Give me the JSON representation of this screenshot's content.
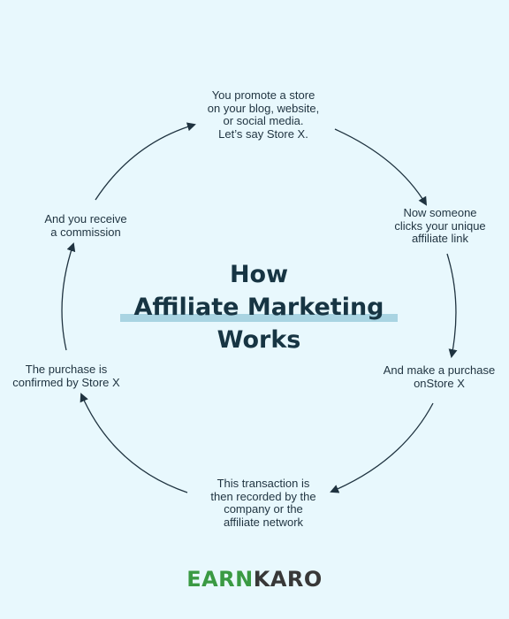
{
  "title": {
    "line1": "How",
    "line2": "Affiliate Marketing",
    "line3": "Works"
  },
  "steps": [
    "You promote a store\non your blog, website,\nor social media.\nLet’s say Store X.",
    "Now someone\nclicks your unique\naffiliate link",
    "And make a purchase\nonStore X",
    "This transaction is\nthen recorded by the\ncompany or the\naffiliate network",
    "The purchase is\nconfirmed by Store X",
    "And you receive\na commission"
  ],
  "logo": {
    "part1": "EARN",
    "part2": "KARO"
  },
  "colors": {
    "background": "#e8f8fd",
    "text": "#1f3340",
    "highlight": "#a9d4e2",
    "logo_green": "#3a9a43",
    "logo_dark": "#383838"
  }
}
